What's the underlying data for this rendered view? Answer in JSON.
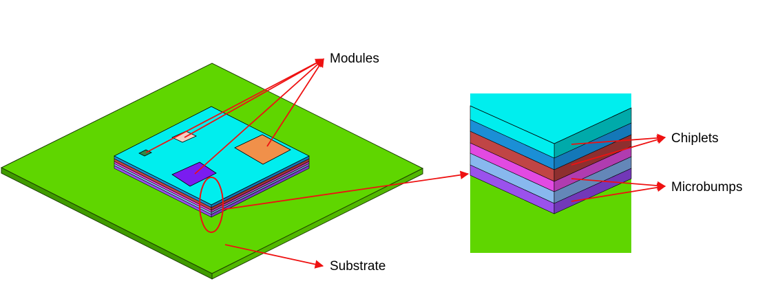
{
  "labels": {
    "modules": "Modules",
    "substrate": "Substrate",
    "chiplets": "Chiplets",
    "microbumps": "Microbumps"
  },
  "colors": {
    "substrate_top": "#5fd600",
    "substrate_side": "#47a300",
    "chiplet_top": "#00eeee",
    "chiplet_side_dark": "#00aaaa",
    "module_orange": "#f0904a",
    "module_purple": "#7a1cf0",
    "module_pink": "#f2cfc2",
    "module_green": "#2f8a4a",
    "layer_blue": "#1b8fd6",
    "layer_red": "#c04545",
    "layer_magenta": "#e24ae2",
    "layer_lightblue": "#88b8ee",
    "layer_violet": "#9a52ec",
    "callout": "#ee1111"
  }
}
